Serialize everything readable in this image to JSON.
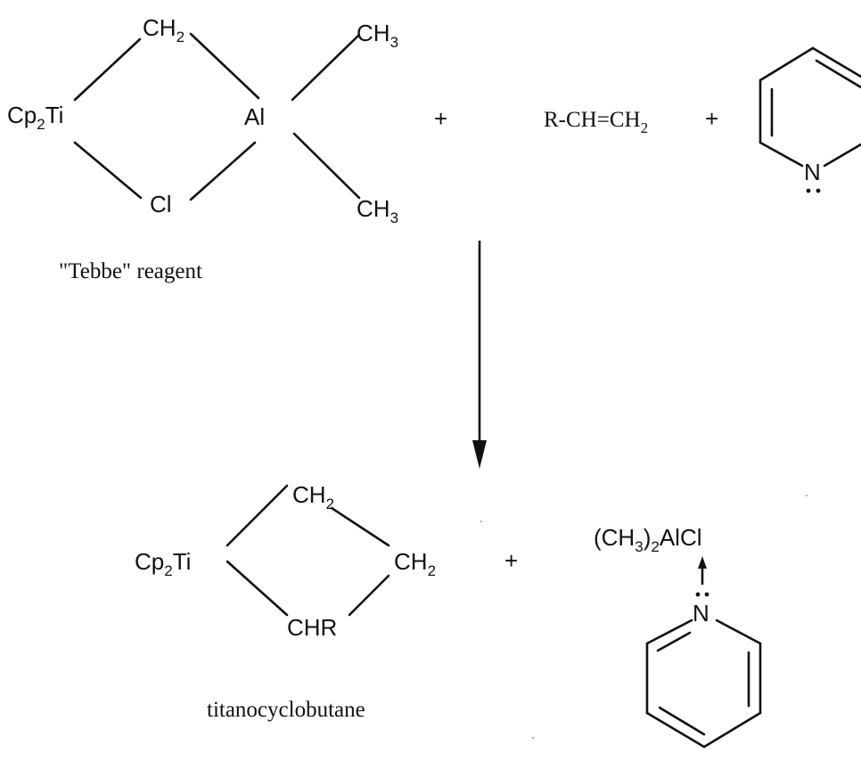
{
  "reactants": {
    "tebbe": {
      "titanium": "Cp2Ti",
      "titanium_sub": "2",
      "bridge_top": "CH2",
      "bridge_bottom": "Cl",
      "aluminum": "Al",
      "methyl_top": "CH3",
      "methyl_bottom": "CH3",
      "caption": "\"Tebbe\" reagent"
    },
    "plus_1": "+",
    "alkene": "R-CH=CH2",
    "plus_2": "+",
    "pyridine_atom": "N"
  },
  "products": {
    "metallacycle": {
      "titanium": "Cp2Ti",
      "ring_top": "CH2",
      "ring_right": "CH2",
      "ring_bottom": "CHR",
      "caption": "titanocyclobutane"
    },
    "plus": "+",
    "adduct": {
      "formula": "(CH3)2AlCl",
      "pyridine_atom": "N"
    }
  }
}
